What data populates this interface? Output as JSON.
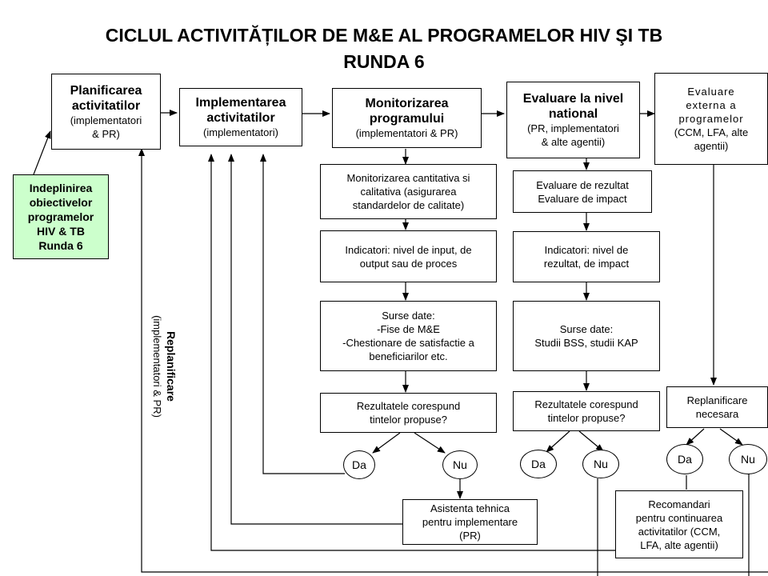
{
  "title": {
    "line1": "CICLUL ACTIVITĂȚILOR DE M&E AL PROGRAMELOR HIV ŞI TB",
    "line2": "RUNDA 6"
  },
  "top": {
    "planificarea": {
      "title1": "Planificarea",
      "title2": "activitatilor",
      "sub1": "(implementatori",
      "sub2": "& PR)"
    },
    "implementarea": {
      "title1": "Implementarea",
      "title2": "activitatilor",
      "sub1": "(implementatori)"
    },
    "monitorizarea": {
      "title1": "Monitorizarea",
      "title2": "programului",
      "sub1": "(implementatori & PR)"
    },
    "evaluare_nat": {
      "title1": "Evaluare la nivel",
      "title2": "national",
      "sub1": "(PR, implementatori",
      "sub2": "& alte agentii)"
    },
    "evaluare_ext": {
      "l1": "Evaluare",
      "l2": "externa a",
      "l3": "programelor",
      "l4": "(CCM, LFA, alte",
      "l5": "agentii)"
    }
  },
  "goal": {
    "l1": "Indeplinirea",
    "l2": "obiectivelor",
    "l3": "programelor",
    "l4": "HIV & TB",
    "l5": "Runda 6"
  },
  "monitor_col": {
    "box1": {
      "l1": "Monitorizarea cantitativa si",
      "l2": "calitativa (asigurarea",
      "l3": "standardelor de calitate)"
    },
    "box2": {
      "l1": "Indicatori: nivel de input, de",
      "l2": "output sau de proces"
    },
    "box3": {
      "l1": "Surse date:",
      "l2": "-Fise de M&E",
      "l3": "-Chestionare de satisfactie a",
      "l4": "beneficiarilor etc."
    },
    "box4": {
      "l1": "Rezultatele corespund",
      "l2": "tintelor propuse?"
    }
  },
  "eval_col": {
    "box1": {
      "l1": "Evaluare de rezultat",
      "l2": "Evaluare de impact"
    },
    "box2": {
      "l1": "Indicatori: nivel de",
      "l2": "rezultat, de impact"
    },
    "box3": {
      "l1": "Surse date:",
      "l2": "Studii BSS, studii KAP"
    },
    "box4": {
      "l1": "Rezultatele corespund",
      "l2": "tintelor propuse?"
    }
  },
  "ext_col": {
    "box1": {
      "l1": "Replanificare",
      "l2": "necesara"
    }
  },
  "answers": {
    "yes": "Da",
    "no": "Nu"
  },
  "assist": {
    "l1": "Asistenta tehnica",
    "l2": "pentru implementare",
    "l3": "(PR)"
  },
  "recom": {
    "l1": "Recomandari",
    "l2": "pentru continuarea",
    "l3": "activitatilor (CCM,",
    "l4": "LFA, alte agentii)"
  },
  "replan": {
    "bold": "Replanificare",
    "sub": "(implementatori & PR)"
  }
}
